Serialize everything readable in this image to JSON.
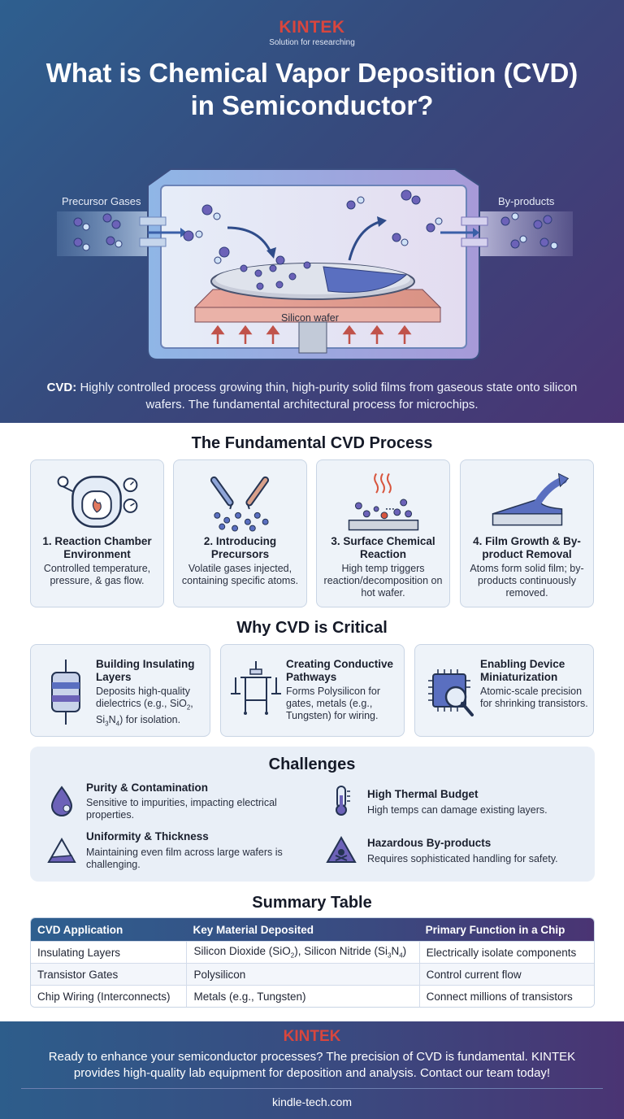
{
  "brand": {
    "logo": "KINTEK",
    "tagline": "Solution for researching"
  },
  "hero": {
    "title": "What is Chemical Vapor Deposition (CVD) in Semiconductor?",
    "label_precursor": "Precursor Gases",
    "label_byproducts": "By-products",
    "label_wafer": "Silicon wafer",
    "desc_lead": "CVD:",
    "desc_text": "Highly controlled process growing thin, high-purity solid films from gaseous state onto silicon wafers. The fundamental architectural process for microchips."
  },
  "process": {
    "title": "The Fundamental CVD Process",
    "steps": [
      {
        "title": "1. Reaction Chamber Environment",
        "text": "Controlled temperature, pressure, & gas flow.",
        "icon": "chamber-icon"
      },
      {
        "title": "2. Introducing Precursors",
        "text": "Volatile gases injected, containing specific atoms.",
        "icon": "injector-icon"
      },
      {
        "title": "3. Surface Chemical Reaction",
        "text": "High temp triggers reaction/decomposition on hot wafer.",
        "icon": "reaction-icon"
      },
      {
        "title": "4. Film Growth & By-product Removal",
        "text": "Atoms form solid film; by-products continuously removed.",
        "icon": "film-growth-icon"
      }
    ]
  },
  "why": {
    "title": "Why CVD is Critical",
    "items": [
      {
        "title": "Building Insulating Layers",
        "text_a": "Deposits high-quality dielectrics (e.g., SiO",
        "sub_a": "2",
        "text_b": ", Si",
        "sub_b": "3",
        "text_c": "N",
        "sub_c": "4",
        "text_d": ") for isolation.",
        "icon": "capacitor-icon"
      },
      {
        "title": "Creating Conductive Pathways",
        "text": "Forms Polysilicon for gates, metals (e.g., Tungsten) for wiring.",
        "icon": "transistor-icon"
      },
      {
        "title": "Enabling Device Miniaturization",
        "text": "Atomic-scale precision for shrinking transistors.",
        "icon": "chip-magnifier-icon"
      }
    ]
  },
  "challenges": {
    "title": "Challenges",
    "items": [
      {
        "title": "Purity & Contamination",
        "text": "Sensitive to impurities, impacting electrical properties.",
        "icon": "droplet-icon"
      },
      {
        "title": "High Thermal Budget",
        "text": "High temps can damage existing layers.",
        "icon": "thermometer-icon"
      },
      {
        "title": "Uniformity & Thickness",
        "text": "Maintaining even film across large wafers is challenging.",
        "icon": "layer-wedge-icon"
      },
      {
        "title": "Hazardous By-products",
        "text": "Requires sophisticated handling for safety.",
        "icon": "hazard-icon"
      }
    ]
  },
  "summary": {
    "title": "Summary Table",
    "headers": [
      "CVD Application",
      "Key Material Deposited",
      "Primary Function in a Chip"
    ],
    "rows": [
      {
        "app": "Insulating Layers",
        "mat_a": "Silicon Dioxide (SiO",
        "mat_sub_a": "2",
        "mat_b": "), Silicon Nitride (Si",
        "mat_sub_b": "3",
        "mat_c": "N",
        "mat_sub_c": "4",
        "mat_d": ")",
        "func": "Electrically isolate components"
      },
      {
        "app": "Transistor Gates",
        "mat": "Polysilicon",
        "func": "Control current flow"
      },
      {
        "app": "Chip Wiring (Interconnects)",
        "mat": "Metals (e.g., Tungsten)",
        "func": "Connect millions of transistors"
      }
    ]
  },
  "footer": {
    "logo": "KINTEK",
    "text": "Ready to enhance your semiconductor processes? The precision of CVD is fundamental. KINTEK provides high-quality lab equipment for deposition and analysis. Contact our team today!",
    "url": "kindle-tech.com"
  },
  "colors": {
    "brand_red": "#d8463e",
    "hero_blue": "#2e5f8f",
    "hero_purple": "#4a3473",
    "card_bg": "#eef3f9"
  }
}
